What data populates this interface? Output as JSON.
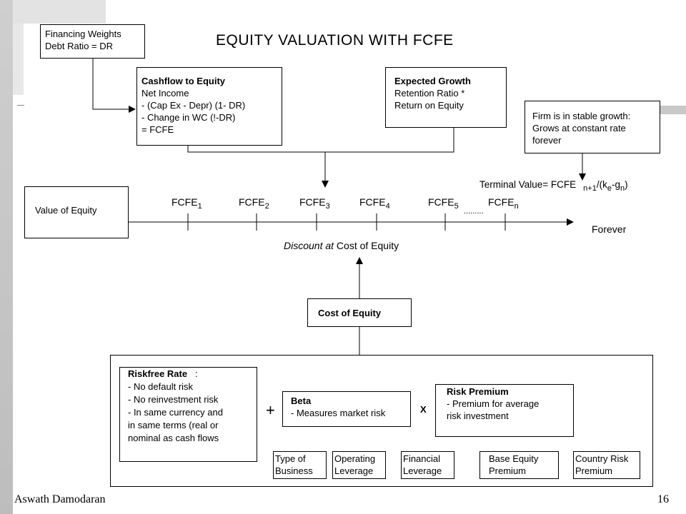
{
  "title": "EQUITY VALUATION WITH FCFE",
  "financing_weights": [
    "Financing Weights",
    "Debt Ratio = DR"
  ],
  "cashflow_to_equity": {
    "heading": "Cashflow to Equity",
    "lines": [
      "Net Income",
      "- (Cap Ex - Depr) (1- DR)",
      "- Change in WC (!-DR)",
      "= FCFE"
    ]
  },
  "expected_growth": {
    "heading": "Expected Growth",
    "lines": [
      "Retention Ratio *",
      "Return on Equity"
    ]
  },
  "stable_growth": [
    "Firm is in stable growth:",
    "Grows at constant rate",
    "forever"
  ],
  "terminal_value": {
    "prefix": "Terminal Value= FCFE",
    "sub1": "n+1",
    "mid": "/(k",
    "sub2": "e",
    "mid2": "-g",
    "sub3": "n",
    "suffix": ")"
  },
  "value_of_equity": "Value of Equity",
  "timeline": {
    "labels": [
      {
        "base": "FCFE",
        "sub": "1"
      },
      {
        "base": "FCFE",
        "sub": "2"
      },
      {
        "base": "FCFE",
        "sub": "3"
      },
      {
        "base": "FCFE",
        "sub": "4"
      },
      {
        "base": "FCFE",
        "sub": "5"
      },
      {
        "base": "FCFE",
        "sub": "n"
      }
    ],
    "dots": ".........",
    "end_label": "Forever"
  },
  "discount": {
    "italic": "Discount at",
    "rest": " Cost of Equity"
  },
  "cost_of_equity": "Cost of Equity",
  "riskfree": {
    "heading": "Riskfree Rate",
    "colon": ":",
    "lines": [
      "- No default risk",
      "- No reinvestment risk",
      "- In same currency and",
      "in same terms (real or",
      "nominal as cash flows"
    ]
  },
  "plus": "+",
  "times": "X",
  "beta": {
    "heading": "Beta",
    "lines": [
      "- Measures market risk"
    ]
  },
  "risk_premium": {
    "heading": "Risk Premium",
    "lines": [
      "- Premium for average",
      "risk investment"
    ]
  },
  "beta_drivers": [
    [
      "Type of",
      "Business"
    ],
    [
      "Operating",
      "Leverage"
    ],
    [
      "Financial",
      "Leverage"
    ]
  ],
  "premium_drivers": [
    [
      "Base Equity",
      "Premium"
    ],
    [
      "Country Risk",
      "Premium"
    ]
  ],
  "footer": {
    "author": "Aswath Damodaran",
    "page": "16"
  },
  "colors": {
    "decor_gray": "#c8c8c8",
    "decor_light": "#e6e6e6",
    "line": "#000000"
  }
}
